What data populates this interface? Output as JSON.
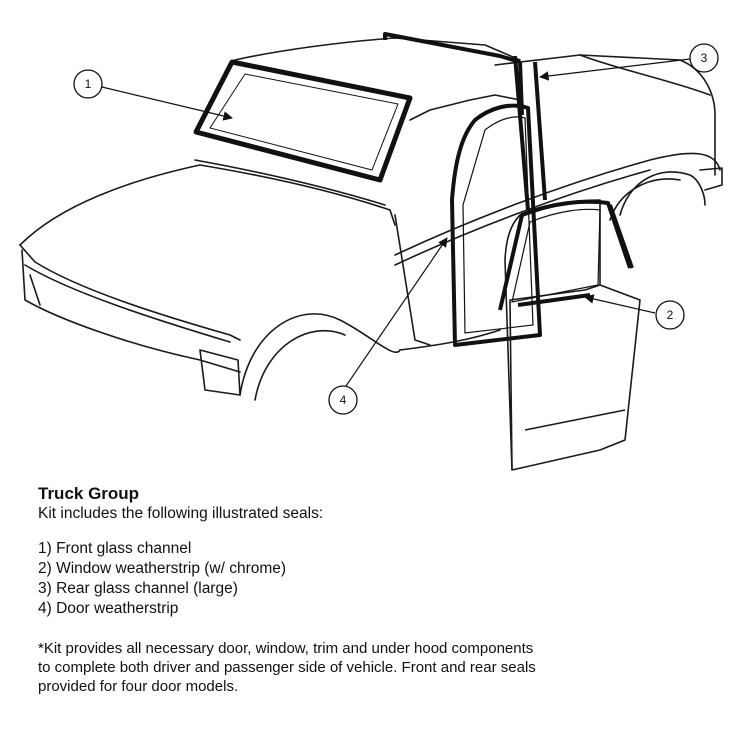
{
  "callouts": [
    "1",
    "2",
    "3",
    "4"
  ],
  "caption": {
    "title": "Truck Group",
    "intro": "Kit includes the following illustrated seals:",
    "items": [
      "1) Front glass channel",
      "2) Window weatherstrip (w/ chrome)",
      "3) Rear glass channel (large)",
      "4) Door weatherstrip"
    ],
    "note": "*Kit provides all necessary door, window, trim and under hood components\n  to complete both driver and  passenger side of vehicle.  Front and rear seals\n  provided for four door models."
  }
}
